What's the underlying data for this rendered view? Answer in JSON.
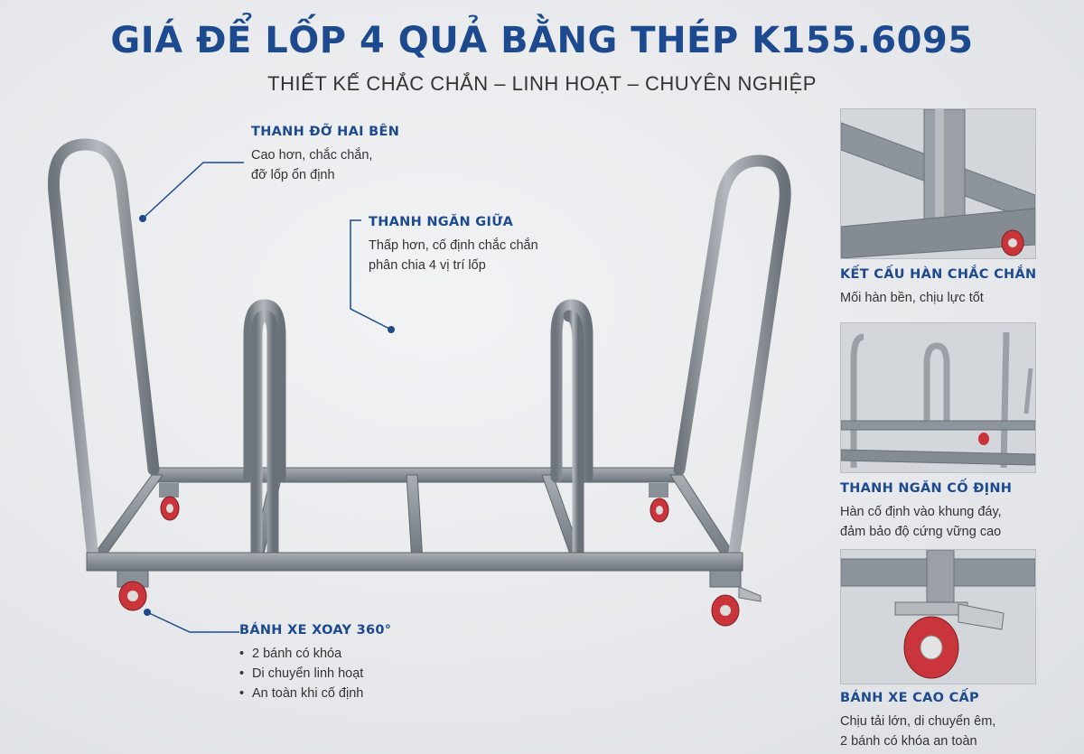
{
  "header": {
    "title": "GIÁ ĐỂ LỐP 4 QUẢ BẰNG THÉP K155.6095",
    "subtitle": "THIẾT KẾ CHẮC CHẮN – LINH HOẠT – CHUYÊN NGHIỆP"
  },
  "callouts": {
    "side_bar": {
      "heading": "THANH ĐỠ HAI BÊN",
      "lines": [
        "Cao hơn, chắc chắn,",
        "đỡ lốp ổn định"
      ]
    },
    "middle_bar": {
      "heading": "THANH NGĂN GIỮA",
      "lines": [
        "Thấp hơn, cố định chắc chắn",
        "phân chia 4 vị trí lốp"
      ]
    },
    "caster": {
      "heading": "BÁNH XE XOAY 360°",
      "bullets": [
        "2 bánh có khóa",
        "Di chuyển linh hoạt",
        "An toàn khi cố định"
      ]
    }
  },
  "details": [
    {
      "heading": "KẾT CẤU HÀN CHẮC CHẮN",
      "lines": [
        "Mối hàn bền, chịu lực tốt"
      ]
    },
    {
      "heading": "THANH NGĂN CỐ ĐỊNH",
      "lines": [
        "Hàn cố định vào khung đáy,",
        "đảm bảo độ cứng vững cao"
      ]
    },
    {
      "heading": "BÁNH XE CAO CẤP",
      "lines": [
        "Chịu tải lớn, di chuyển êm,",
        "2 bánh có khóa an toàn"
      ]
    }
  ],
  "colors": {
    "accent": "#1d4a8f",
    "steel": "#8e949b",
    "wheel": "#c9353a"
  }
}
